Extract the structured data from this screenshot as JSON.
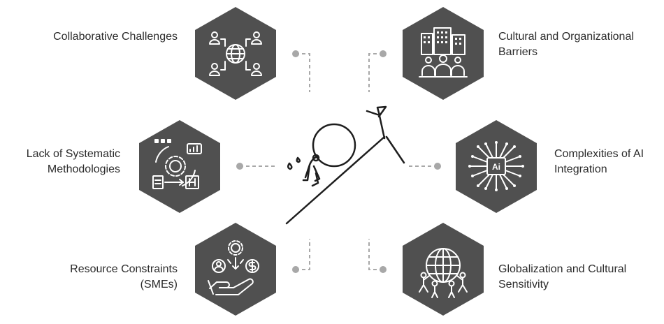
{
  "diagram": {
    "items": [
      {
        "id": "collaborative",
        "lines": [
          "Collaborative Challenges"
        ],
        "icon": "globe-network-people-icon"
      },
      {
        "id": "cultural",
        "lines": [
          "Cultural and Organizational",
          "Barriers"
        ],
        "icon": "city-people-icon"
      },
      {
        "id": "lack",
        "lines": [
          "Lack of Systematic",
          "Methodologies"
        ],
        "icon": "gear-process-icon"
      },
      {
        "id": "ai",
        "lines": [
          "Complexities of AI",
          "Integration"
        ],
        "icon": "ai-chip-icon"
      },
      {
        "id": "resource",
        "lines": [
          "Resource Constraints",
          "(SMEs)"
        ],
        "icon": "hand-money-people-icon"
      },
      {
        "id": "global",
        "lines": [
          "Globalization and Cultural",
          "Sensitivity"
        ],
        "icon": "people-holding-globe-icon"
      }
    ],
    "center_icon": "person-pushing-boulder-uphill-icon",
    "colors": {
      "hexagon": "#505050",
      "connector": "#a8a8a8",
      "text": "#2b2b2b"
    }
  }
}
